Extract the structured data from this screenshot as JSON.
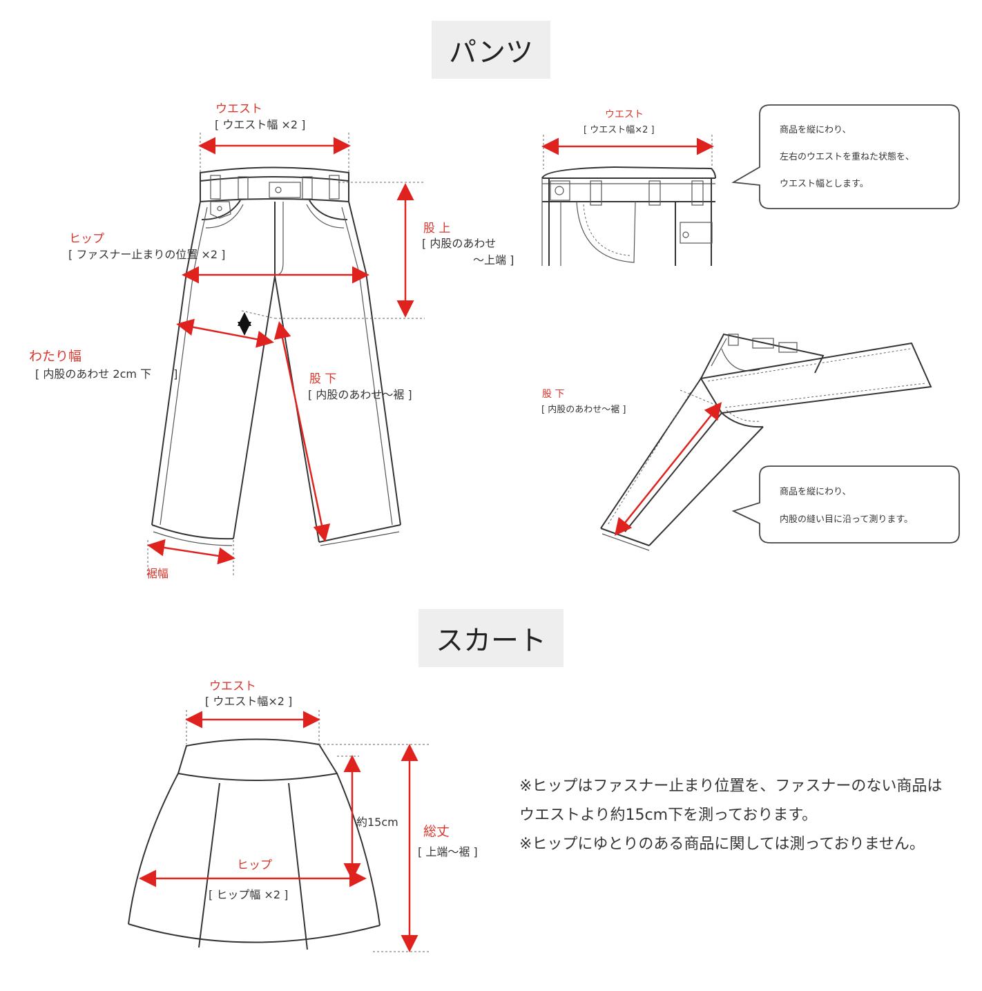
{
  "sections": {
    "pants_title": "パンツ",
    "skirt_title": "スカート"
  },
  "pants_front": {
    "waist": "ウエスト",
    "waist_sub": "[ ウエスト幅 ×2 ]",
    "hip": "ヒップ",
    "hip_sub": "[ ファスナー止まりの位置 ×2 ]",
    "rise": "股 上",
    "rise_sub1": "[ 内股のあわせ",
    "rise_sub2": "〜上端 ]",
    "thigh": "わたり幅",
    "thigh_sub": "[ 内股のあわせ 2cm 下　　]",
    "inseam": "股 下",
    "inseam_sub": "[ 内股のあわせ〜裾 ]",
    "hem": "裾幅"
  },
  "pants_waist_detail": {
    "waist": "ウエスト",
    "waist_sub": "[ ウエスト幅×2 ]",
    "bubble_line1": "商品を縦にわり、",
    "bubble_line2": "左右のウエストを重ねた状態を、",
    "bubble_line3": "ウエスト幅とします。"
  },
  "pants_inseam_detail": {
    "inseam": "股 下",
    "inseam_sub": "[ 内股のあわせ〜裾 ]",
    "bubble_line1": "商品を縦にわり、",
    "bubble_line2": "内股の縫い目に沿って測ります。"
  },
  "skirt": {
    "waist": "ウエスト",
    "waist_sub": "[ ウエスト幅×2 ]",
    "approx": "約15cm",
    "hip": "ヒップ",
    "hip_sub": "[ ヒップ幅 ×2 ]",
    "length": "総丈",
    "length_sub": "[ 上端〜裾 ]"
  },
  "notes": {
    "line1": "※ヒップはファスナー止まり位置を、ファスナーのない商品はウエストより約15cm下を測っております。",
    "line2": "※ヒップにゆとりのある商品に関しては測っておりません。"
  }
}
